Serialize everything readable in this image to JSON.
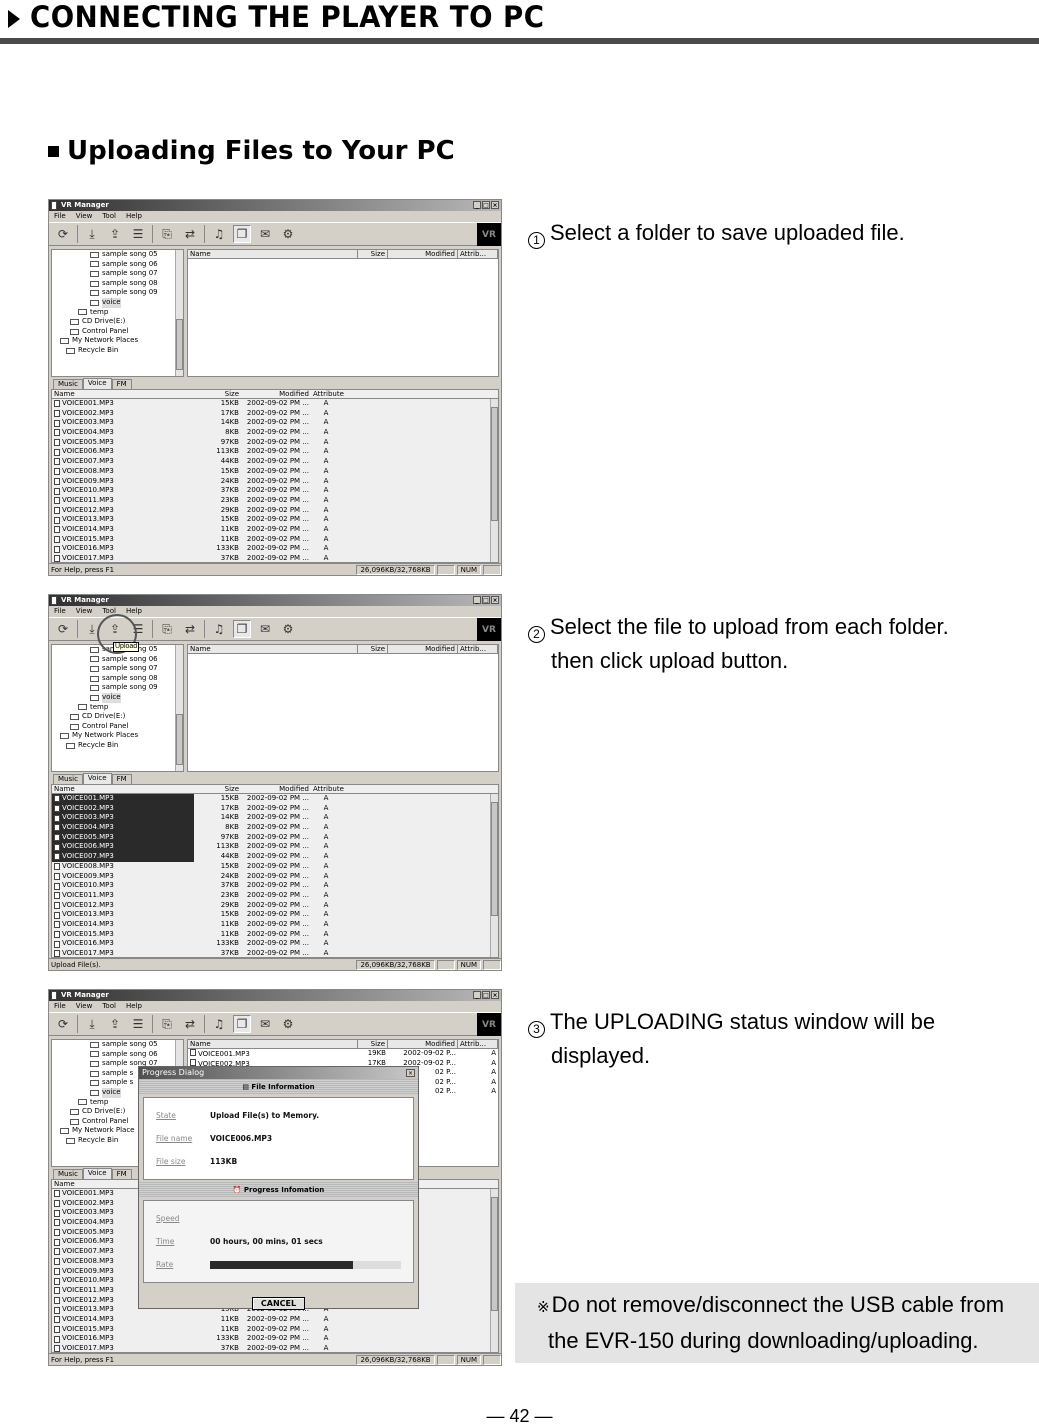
{
  "header": {
    "title": "CONNECTING THE PLAYER TO PC"
  },
  "section": {
    "title": "Uploading Files to Your PC"
  },
  "steps": [
    {
      "num": "1",
      "line1": "Select a folder to save uploaded file.",
      "line2": ""
    },
    {
      "num": "2",
      "line1": "Select the file to upload from each folder.",
      "line2": "then click upload button."
    },
    {
      "num": "3",
      "line1": "The UPLOADING status window will be",
      "line2": "displayed."
    }
  ],
  "note": {
    "mark": "※",
    "line1": "Do not remove/disconnect the USB cable from",
    "line2": "the EVR-150 during downloading/uploading."
  },
  "page_number": "— 42 —",
  "app": {
    "title": "VR Manager",
    "menu": [
      "File",
      "View",
      "Tool",
      "Help"
    ],
    "logo": "VR",
    "tree": [
      "sample song 05",
      "sample song 06",
      "sample song 07",
      "sample song 08",
      "sample song 09",
      "voice",
      "temp",
      "CD Drive(E:)",
      "Control Panel",
      "My Network Places",
      "Recycle Bin"
    ],
    "pc_columns": [
      "Name",
      "Size",
      "Modified",
      "Attrib..."
    ],
    "tabs": [
      "Music",
      "Voice",
      "FM"
    ],
    "device_columns": [
      "Name",
      "Size",
      "Modified",
      "Attribute"
    ],
    "files": [
      {
        "name": "VOICE001.MP3",
        "size": "15KB",
        "modified": "2002-09-02 PM ...",
        "attr": "A"
      },
      {
        "name": "VOICE002.MP3",
        "size": "17KB",
        "modified": "2002-09-02 PM ...",
        "attr": "A"
      },
      {
        "name": "VOICE003.MP3",
        "size": "14KB",
        "modified": "2002-09-02 PM ...",
        "attr": "A"
      },
      {
        "name": "VOICE004.MP3",
        "size": "8KB",
        "modified": "2002-09-02 PM ...",
        "attr": "A"
      },
      {
        "name": "VOICE005.MP3",
        "size": "97KB",
        "modified": "2002-09-02 PM ...",
        "attr": "A"
      },
      {
        "name": "VOICE006.MP3",
        "size": "113KB",
        "modified": "2002-09-02 PM ...",
        "attr": "A"
      },
      {
        "name": "VOICE007.MP3",
        "size": "44KB",
        "modified": "2002-09-02 PM ...",
        "attr": "A"
      },
      {
        "name": "VOICE008.MP3",
        "size": "15KB",
        "modified": "2002-09-02 PM ...",
        "attr": "A"
      },
      {
        "name": "VOICE009.MP3",
        "size": "24KB",
        "modified": "2002-09-02 PM ...",
        "attr": "A"
      },
      {
        "name": "VOICE010.MP3",
        "size": "37KB",
        "modified": "2002-09-02 PM ...",
        "attr": "A"
      },
      {
        "name": "VOICE011.MP3",
        "size": "23KB",
        "modified": "2002-09-02 PM ...",
        "attr": "A"
      },
      {
        "name": "VOICE012.MP3",
        "size": "29KB",
        "modified": "2002-09-02 PM ...",
        "attr": "A"
      },
      {
        "name": "VOICE013.MP3",
        "size": "15KB",
        "modified": "2002-09-02 PM ...",
        "attr": "A"
      },
      {
        "name": "VOICE014.MP3",
        "size": "11KB",
        "modified": "2002-09-02 PM ...",
        "attr": "A"
      },
      {
        "name": "VOICE015.MP3",
        "size": "11KB",
        "modified": "2002-09-02 PM ...",
        "attr": "A"
      },
      {
        "name": "VOICE016.MP3",
        "size": "133KB",
        "modified": "2002-09-02 PM ...",
        "attr": "A"
      },
      {
        "name": "VOICE017.MP3",
        "size": "37KB",
        "modified": "2002-09-02 PM ...",
        "attr": "A"
      }
    ],
    "uploaded_files": [
      {
        "name": "VOICE001.MP3",
        "size": "19KB",
        "modified": "2002-09-02 P...",
        "attr": "A"
      },
      {
        "name": "VOICE002.MP3",
        "size": "17KB",
        "modified": "2002-09-02 P...",
        "attr": "A"
      },
      {
        "name": "",
        "size": "",
        "modified": "02 P...",
        "attr": "A"
      },
      {
        "name": "",
        "size": "",
        "modified": "02 P...",
        "attr": "A"
      },
      {
        "name": "",
        "size": "",
        "modified": "02 P...",
        "attr": "A"
      }
    ],
    "status": {
      "help": "For Help, press F1",
      "upload": "Upload File(s).",
      "memory": "26,096KB/32,768KB",
      "num": "NUM"
    },
    "tooltip": "Upload"
  },
  "dialog": {
    "title": "Progress Dialog",
    "file_info_label": "File Information",
    "progress_info_label": "Progress Infomation",
    "state_label": "State",
    "state_value": "Upload File(s) to Memory.",
    "filename_label": "File name",
    "filename_value": "VOICE006.MP3",
    "filesize_label": "File size",
    "filesize_value": "113KB",
    "speed_label": "Speed",
    "speed_value": "",
    "time_label": "Time",
    "time_value": "00 hours, 00 mins, 01 secs",
    "rate_label": "Rate",
    "rate_percent": 75,
    "cancel_label": "CANCEL"
  }
}
